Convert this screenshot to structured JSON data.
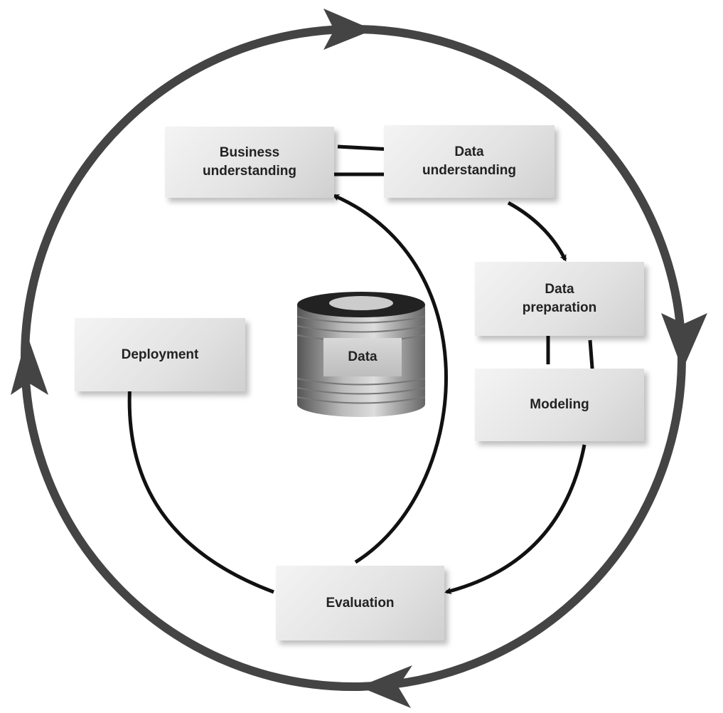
{
  "title": "CRISP-DM process cycle",
  "phases": {
    "business_understanding": "Business\nunderstanding",
    "data_understanding": "Data\nunderstanding",
    "data_preparation": "Data\npreparation",
    "modeling": "Modeling",
    "evaluation": "Evaluation",
    "deployment": "Deployment"
  },
  "data_store": "Data",
  "colors": {
    "cycle": "#444444",
    "arrow": "#111111",
    "box": "#e4e4e4"
  }
}
